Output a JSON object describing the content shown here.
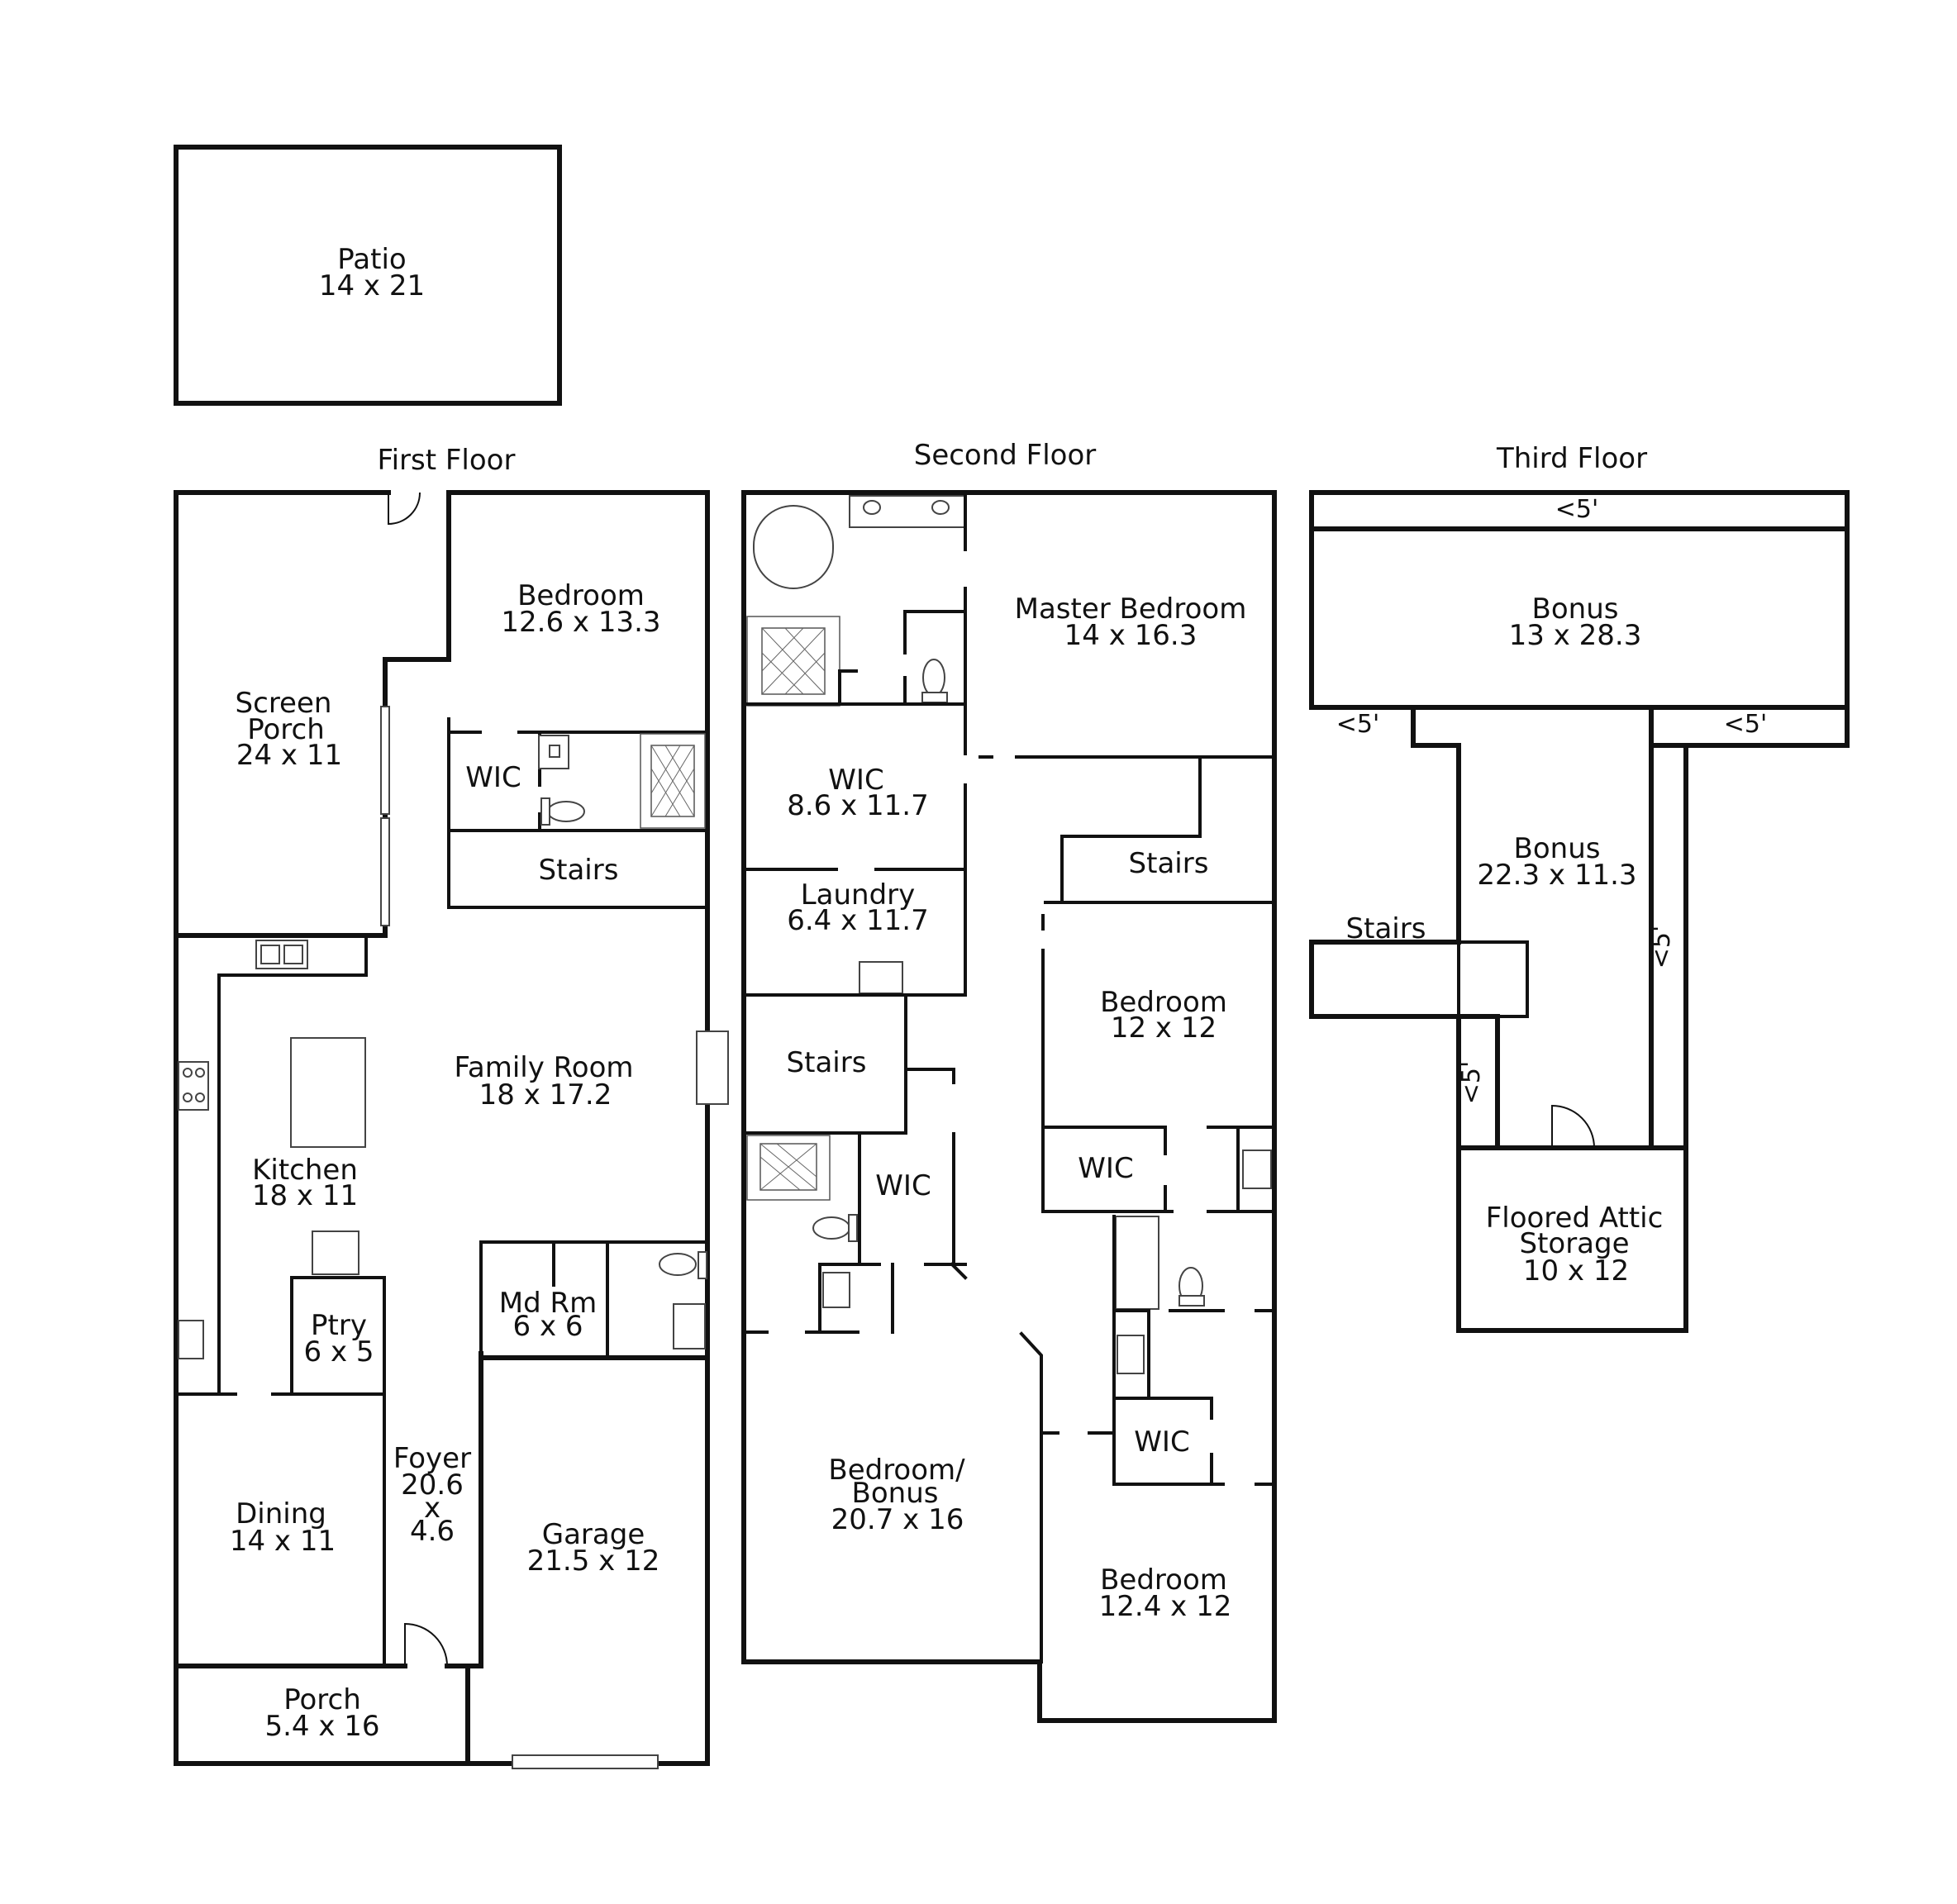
{
  "floors": {
    "patio": {
      "rooms": {
        "patio": {
          "name": "Patio",
          "dims": "14 x 21"
        }
      }
    },
    "first": {
      "title": "First Floor",
      "rooms": {
        "bedroom": {
          "name": "Bedroom",
          "dims": "12.6 x 13.3"
        },
        "screen_porch": {
          "name_line1": "Screen",
          "name_line2": "Porch",
          "dims": "24 x 11"
        },
        "wic": {
          "name": "WIC"
        },
        "stairs": {
          "name": "Stairs"
        },
        "family_room": {
          "name": "Family Room",
          "dims": "18 x 17.2"
        },
        "kitchen": {
          "name": "Kitchen",
          "dims": "18 x 11"
        },
        "pantry": {
          "name": "Ptry",
          "dims": "6 x 5"
        },
        "mud_room": {
          "name": "Md Rm",
          "dims": "6 x 6"
        },
        "foyer": {
          "name": "Foyer",
          "dims_line1": "20.6",
          "dims_line2": "x",
          "dims_line3": "4.6"
        },
        "dining": {
          "name": "Dining",
          "dims": "14 x 11"
        },
        "garage": {
          "name": "Garage",
          "dims": "21.5 x 12"
        },
        "porch": {
          "name": "Porch",
          "dims": "5.4 x 16"
        }
      }
    },
    "second": {
      "title": "Second Floor",
      "rooms": {
        "master_bedroom": {
          "name": "Master Bedroom",
          "dims": "14 x 16.3"
        },
        "wic_master": {
          "name": "WIC",
          "dims": "8.6 x 11.7"
        },
        "laundry": {
          "name": "Laundry",
          "dims": "6.4 x 11.7"
        },
        "stairs_left": {
          "name": "Stairs"
        },
        "stairs_right": {
          "name": "Stairs"
        },
        "wic_left": {
          "name": "WIC"
        },
        "bedroom_bonus": {
          "name_line1": "Bedroom/",
          "name_line2": "Bonus",
          "dims": "20.7 x 16"
        },
        "bedroom_mid": {
          "name": "Bedroom",
          "dims": "12 x 12"
        },
        "wic_mid": {
          "name": "WIC"
        },
        "wic_lower": {
          "name": "WIC"
        },
        "bedroom_lower": {
          "name": "Bedroom",
          "dims": "12.4 x 12"
        }
      }
    },
    "third": {
      "title": "Third Floor",
      "rooms": {
        "low_top": {
          "name": "<5'"
        },
        "bonus_top": {
          "name": "Bonus",
          "dims": "13 x 28.3"
        },
        "low_left": {
          "name": "<5'"
        },
        "low_right": {
          "name": "<5'"
        },
        "bonus_mid": {
          "name": "Bonus",
          "dims": "22.3 x 11.3"
        },
        "stairs": {
          "name": "Stairs"
        },
        "low_vert_right": {
          "name": "<5'"
        },
        "low_vert_left": {
          "name": "<5'"
        },
        "attic": {
          "name_line1": "Floored Attic",
          "name_line2": "Storage",
          "dims": "10 x 12"
        }
      }
    }
  },
  "colors": {
    "wall": "#111111",
    "background": "#ffffff"
  }
}
